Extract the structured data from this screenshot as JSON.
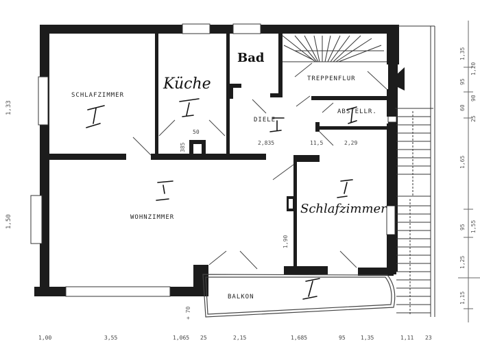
{
  "plan": {
    "type": "floor-plan",
    "rooms": [
      {
        "id": "schlafzimmer-1",
        "label": "SCHLAFZIMMER",
        "marker": "I"
      },
      {
        "id": "kueche",
        "label": "SCHLAFZIMMER",
        "handwritten": "Küche",
        "marker": "I"
      },
      {
        "id": "bad",
        "handwritten": "Bad"
      },
      {
        "id": "treppenflur",
        "label": "TREPPENFLUR"
      },
      {
        "id": "diele",
        "label": "DIELE",
        "marker": "I"
      },
      {
        "id": "abstellraum",
        "label": "ABSTELLR.",
        "marker": "I"
      },
      {
        "id": "wohnzimmer",
        "label": "WOHNZIMMER",
        "marker": "I"
      },
      {
        "id": "schlafzimmer-2",
        "handwritten": "Schlafzimmer",
        "marker": "I"
      },
      {
        "id": "balkon",
        "label": "BALKON",
        "marker": "I"
      }
    ],
    "labels": {
      "schlafzimmer": "SCHLAFZIMMER",
      "kueche_hand": "Küche",
      "bad_hand": "Bad",
      "treppenflur": "TREPPENFLUR",
      "diele": "DIELE",
      "abstellraum": "ABSTELLR.",
      "wohnzimmer": "WOHNZIMMER",
      "schlafzimmer2_hand": "Schlafzimmer",
      "balkon": "BALKON",
      "marker": "I"
    },
    "inner_dims": {
      "chimney_w": "50",
      "chimney_h": "385",
      "diele_w": "2,835",
      "diele_wall": "11,5",
      "abst_w": "2,29",
      "door_h": "1,90",
      "balkon_step": "+ 70"
    },
    "left_dims": [
      "1,33",
      "1,50"
    ],
    "bottom_dims": [
      "1,00",
      "3,55",
      "1,065",
      "25",
      "2,15",
      "1,685",
      "95",
      "1,35",
      "1,11",
      "23"
    ],
    "right_dims": [
      "1,35",
      "1,20",
      "95",
      "90",
      "60",
      "25",
      "1,65",
      "95",
      "1,55",
      "1,25",
      "1,15"
    ]
  }
}
